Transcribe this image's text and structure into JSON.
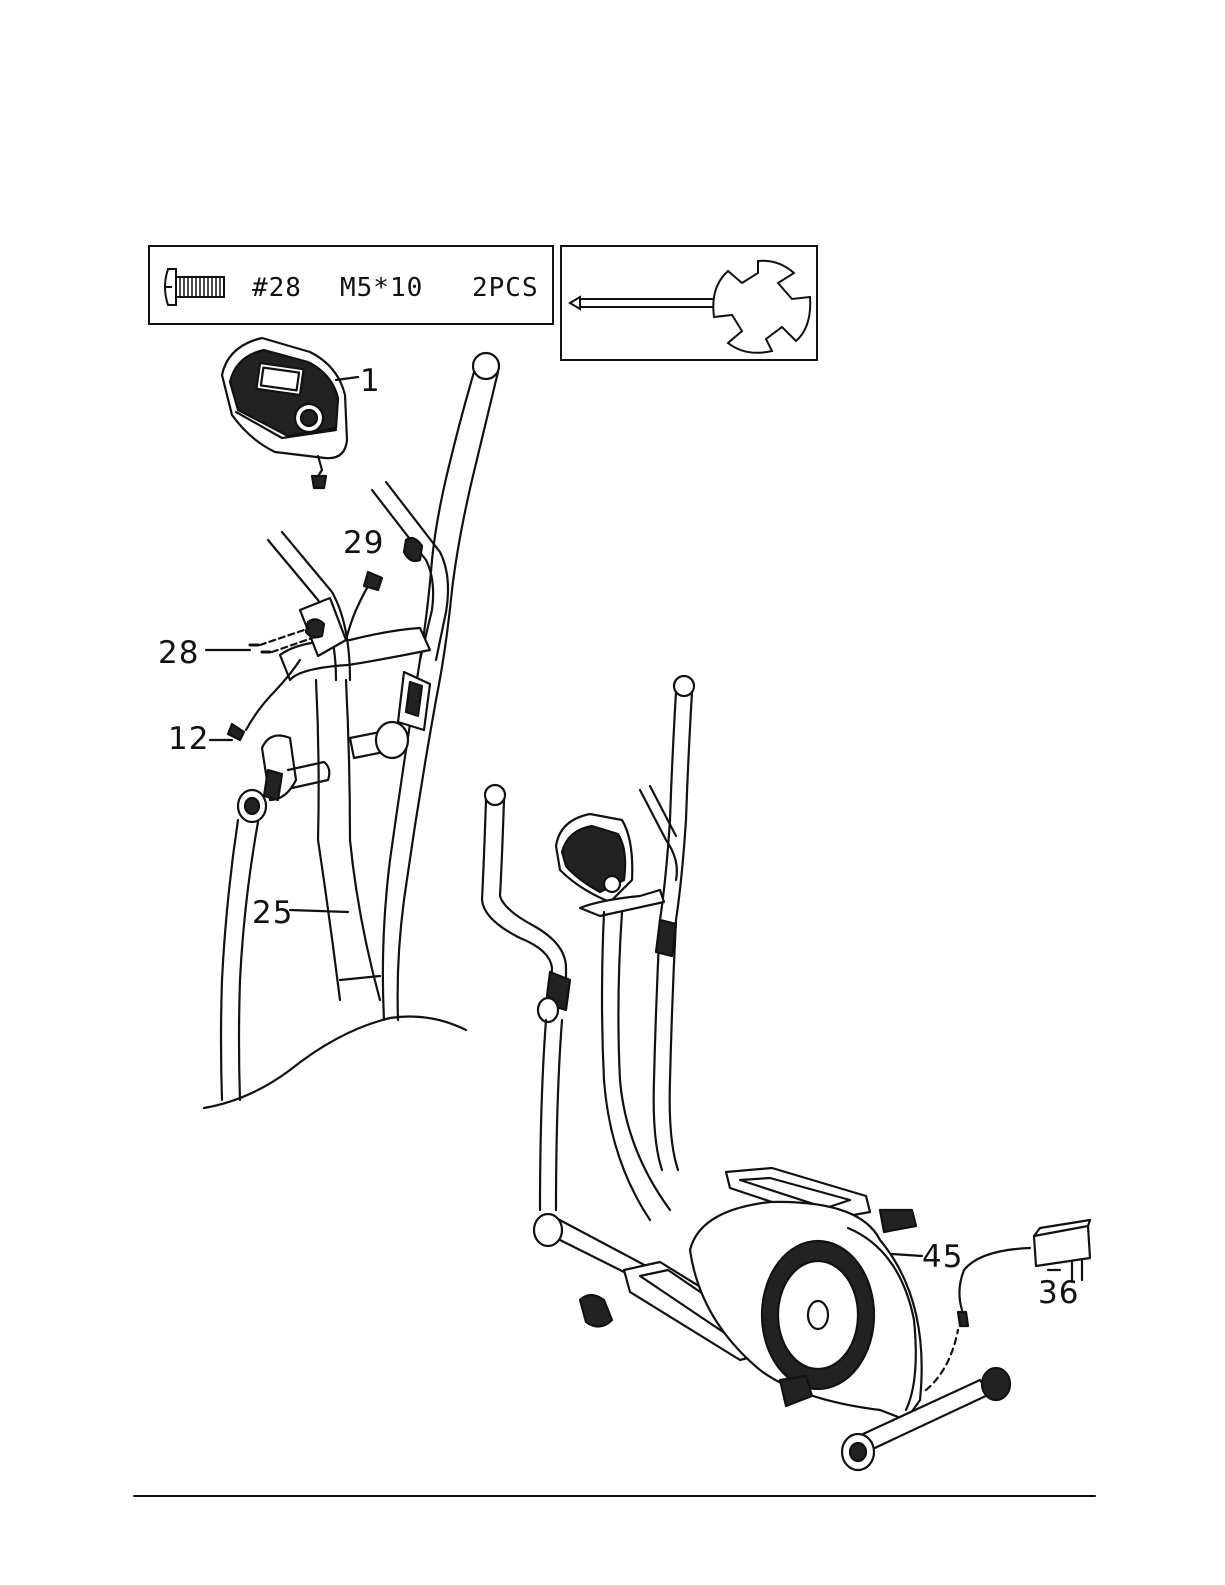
{
  "hardware": {
    "part_number": "#28",
    "size": "M5*10",
    "quantity": "2PCS",
    "icon": "screw-icon"
  },
  "tool": {
    "icon": "allen-wrench-icon"
  },
  "callouts": {
    "console": "1",
    "console_cable": "29",
    "screws": "28",
    "sensor_wire": "12",
    "front_post": "25",
    "power_socket": "45",
    "adapter": "36"
  }
}
